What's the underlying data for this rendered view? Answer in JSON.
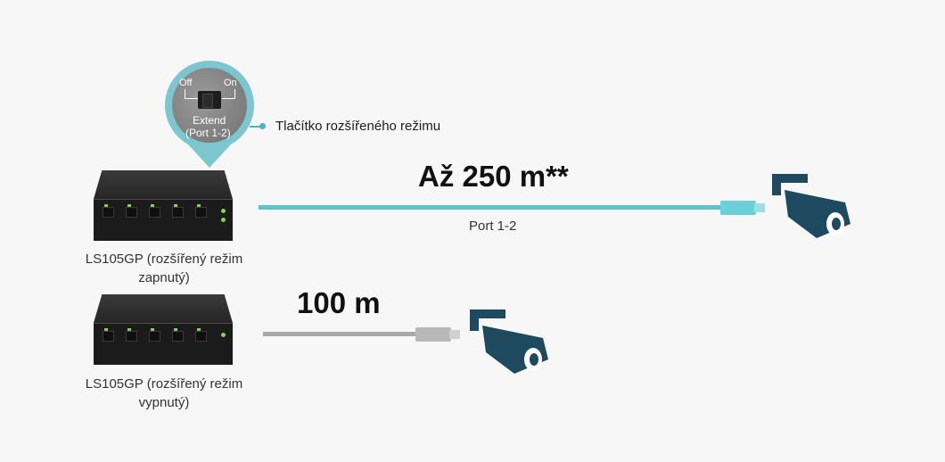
{
  "callout": {
    "off_label": "Off",
    "on_label": "On",
    "extend_label": "Extend",
    "port_label": "(Port 1-2)",
    "description": "Tlačítko rozšířeného režimu"
  },
  "extended": {
    "distance": "Až 250 m**",
    "port": "Port 1-2",
    "caption_line1": "LS105GP (rozšířený režim",
    "caption_line2": "zapnutý)"
  },
  "normal": {
    "distance": "100 m",
    "caption_line1": "LS105GP (rozšířený režim",
    "caption_line2": "vypnutý)"
  },
  "colors": {
    "accent_teal": "#5cc3cf",
    "camera_navy": "#1e4a5f",
    "cable_gray": "#a8a8a8"
  },
  "icons": [
    "poe-switch-icon",
    "ethernet-plug-icon",
    "security-camera-icon"
  ]
}
